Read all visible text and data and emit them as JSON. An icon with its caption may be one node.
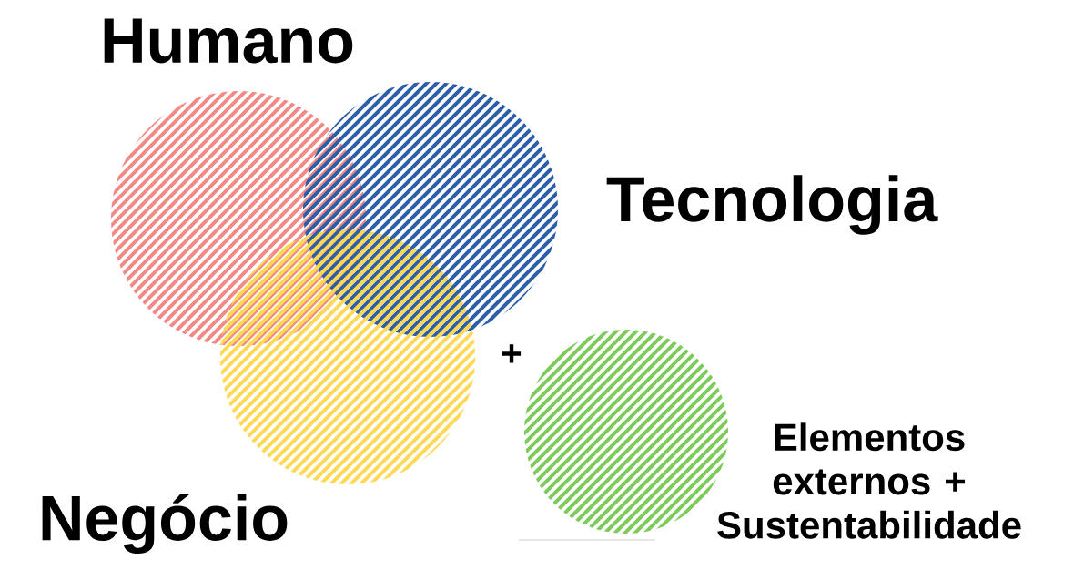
{
  "diagram": {
    "nodes": [
      {
        "text": [
          "Humano"
        ]
      },
      {
        "text": [
          "Tecnologia"
        ]
      },
      {
        "text": [
          "Negócio"
        ]
      },
      {
        "text": [
          "Elementos externos + Sustentabilidade"
        ]
      }
    ],
    "labels": [
      "+"
    ]
  }
}
